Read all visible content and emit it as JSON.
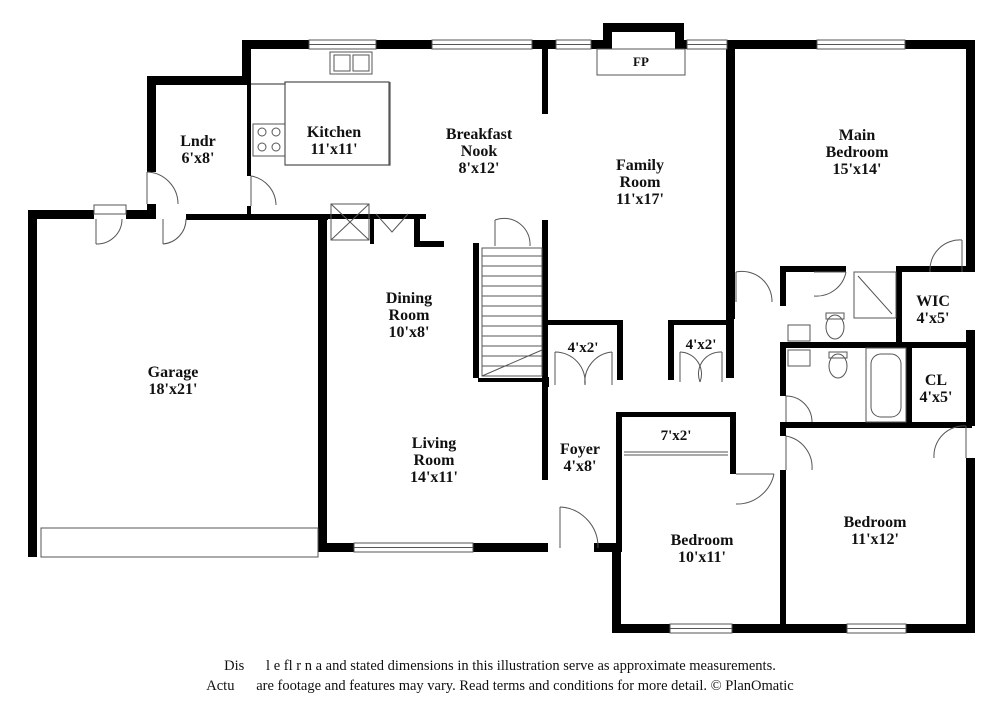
{
  "rooms": {
    "laundry": {
      "name": "Lndr",
      "dim": "6'x8'"
    },
    "kitchen": {
      "name": "Kitchen",
      "dim": "11'x11'"
    },
    "breakfast_nook": {
      "name_line1": "Breakfast",
      "name_line2": "Nook",
      "dim": "8'x12'"
    },
    "family_room": {
      "name_line1": "Family",
      "name_line2": "Room",
      "dim": "11'x17'"
    },
    "main_bedroom": {
      "name_line1": "Main",
      "name_line2": "Bedroom",
      "dim": "15'x14'"
    },
    "garage": {
      "name": "Garage",
      "dim": "18'x21'"
    },
    "dining_room": {
      "name_line1": "Dining",
      "name_line2": "Room",
      "dim": "10'x8'"
    },
    "living_room": {
      "name_line1": "Living",
      "name_line2": "Room",
      "dim": "14'x11'"
    },
    "foyer": {
      "name": "Foyer",
      "dim": "4'x8'"
    },
    "closet_foyer": {
      "dim": "4'x2'"
    },
    "closet_hall": {
      "dim": "4'x2'"
    },
    "closet_bedroom": {
      "dim": "7'x2'"
    },
    "wic": {
      "name": "WIC",
      "dim": "4'x5'"
    },
    "cl": {
      "name": "CL",
      "dim": "4'x5'"
    },
    "bedroom_2": {
      "name": "Bedroom",
      "dim": "10'x11'"
    },
    "bedroom_3": {
      "name": "Bedroom",
      "dim": "11'x12'"
    }
  },
  "fireplace": {
    "label": "FP"
  },
  "disclaimer": {
    "line1": "Dis       l e fl  r n a  and stated dimensions in this illustration serve as approximate measurements.",
    "line2": "Actu     are footage and features may vary. Read terms and conditions for more detail. © PlanOmatic"
  }
}
